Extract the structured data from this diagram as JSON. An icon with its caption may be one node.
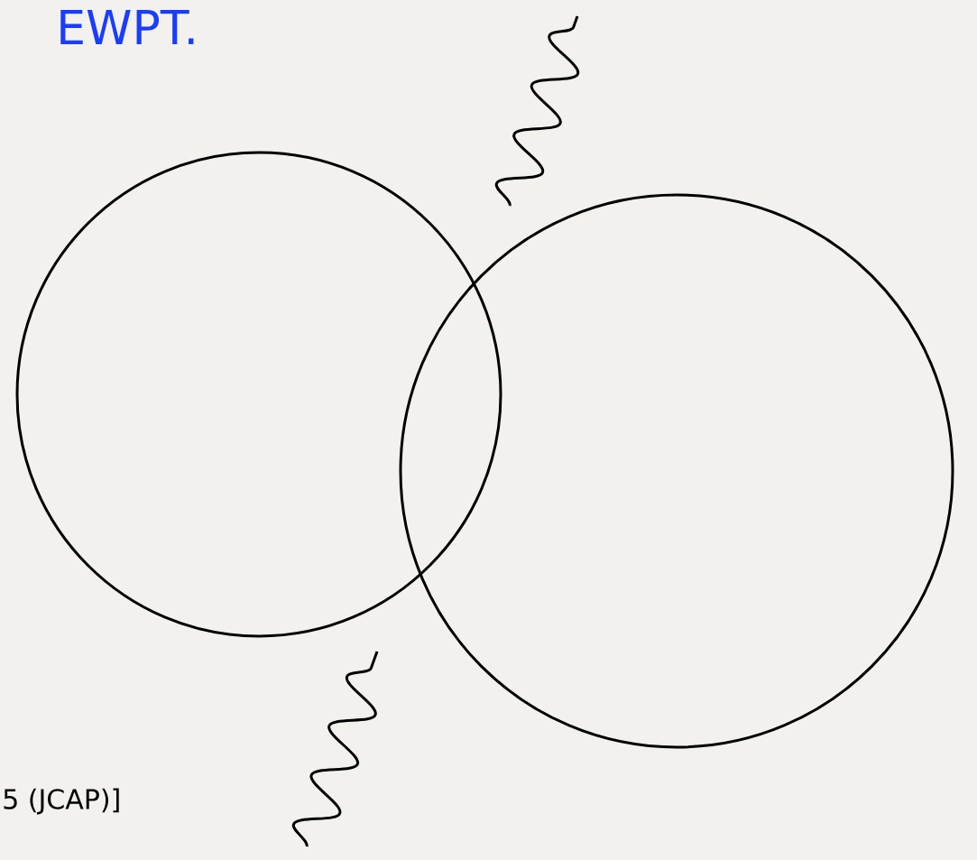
{
  "diagram": {
    "nodes": [
      {
        "text": [],
        "shape": "circle"
      },
      {
        "text": [],
        "shape": "circle"
      }
    ],
    "labels": [
      "EWPT.",
      "5 (JCAP)]"
    ]
  }
}
